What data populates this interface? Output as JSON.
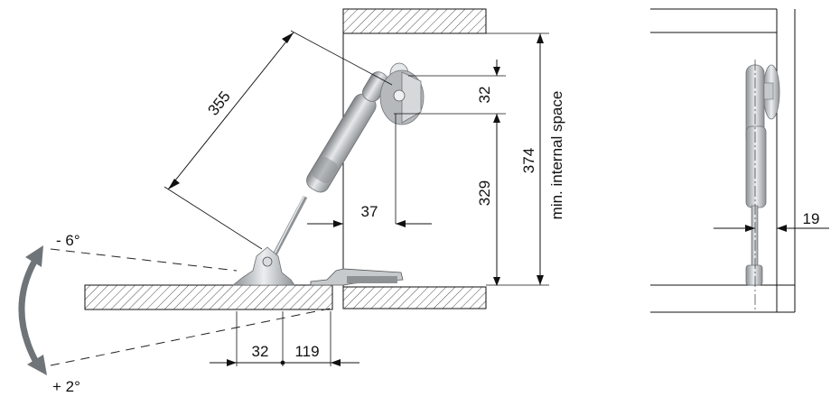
{
  "diagram": {
    "dimensions": {
      "strut_length": "355",
      "pivot_offset": "32",
      "internal_height": "374",
      "internal_height_label": "min. internal space",
      "pivot_height": "329",
      "pivot_depth": "37",
      "base_offset": "32",
      "base_depth": "119",
      "side_offset": "19"
    },
    "angles": {
      "upper": "- 6°",
      "lower": "+ 2°"
    }
  },
  "colors": {
    "line": "#111111",
    "strut_light": "#d9dbdd",
    "strut_dark": "#8e9295",
    "arrow": "#6f7478"
  }
}
